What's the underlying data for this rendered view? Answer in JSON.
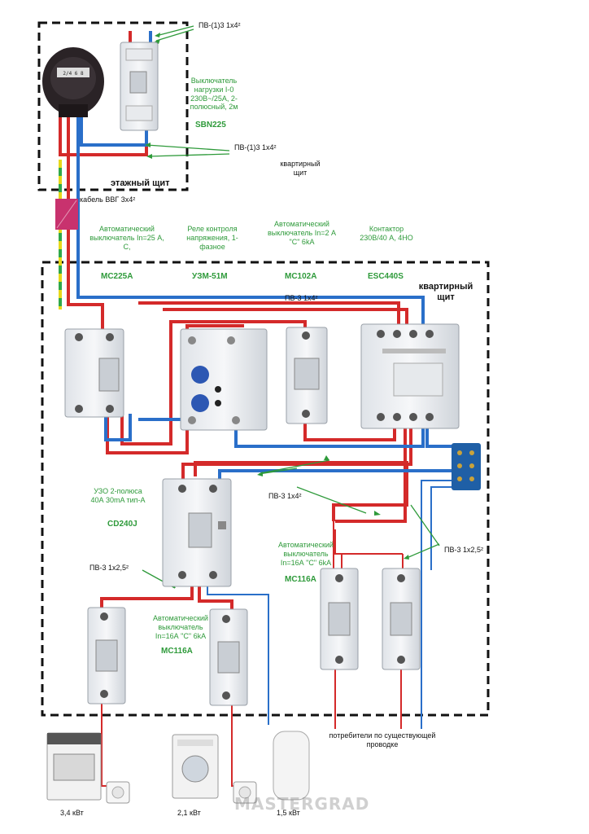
{
  "labels": {
    "wire_top": "ПВ-(1)3  1х4²",
    "load_switch_desc": "Выключатель нагрузки I-0 230В~/25А, 2-полюсный, 2м",
    "load_switch_model": "SBN225",
    "wire_mid": "ПВ-(1)3  1х4²",
    "apartment_panel_top": "квартирный щит",
    "floor_panel": "этажный щит",
    "cable": "кабель ВВГ 3х4²",
    "mcb25_desc": "Автоматический выключатель In=25 А, С,",
    "relay_desc": "Реле контроля напряжения, 1-фазное",
    "mcb2_desc": "Автоматический выключатель In=2 А \"С\" 6kA",
    "contactor_desc": "Контактор 230В/40 А, 4НО",
    "mcb25_model": "MC225A",
    "relay_model": "УЗМ-51М",
    "mcb2_model": "MC102A",
    "contactor_model": "ESC440S",
    "apartment_panel": "квартирный щит",
    "wire_pv3_top": "ПВ-3  1х4²",
    "rcd_desc": "УЗО 2-полюса 40А 30mA тип-А",
    "rcd_model": "CD240J",
    "wire_pv3_mid": "ПВ-3  1х4²",
    "mcb16_right_desc": "Автоматический выключатель In=16А \"С\" 6kA",
    "mcb16_right_model": "MC116A",
    "wire_pv3_25_right": "ПВ-3  1х2,5²",
    "wire_pv3_25_left": "ПВ-3  1х2,5²",
    "mcb16_left_desc": "Автоматический выключатель In=16А \"С\" 6kA",
    "mcb16_left_model": "MC116A",
    "consumers": "потребители по существующей проводке",
    "stove_power": "3,4 кВт",
    "washer_power": "2,1 кВт",
    "heater_power": "1,5 кВт"
  },
  "meter_text": "2/4 6 8",
  "watermark": "MASTERGRAD",
  "colors": {
    "phase": "#d42a2a",
    "neutral": "#2a6fc9",
    "ground_yellow": "#e6d81a",
    "ground_green": "#2fa84a",
    "annotation": "#2e9a3a",
    "cable_box": "#c8326e",
    "bus_bar": "#1f5fa6"
  }
}
